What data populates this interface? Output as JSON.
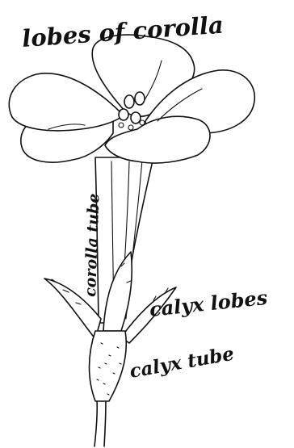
{
  "labels": {
    "lobes_of_corolla": "lobes of corolla",
    "corolla_tube": "corolla tube",
    "calyx_lobes": "calyx lobes",
    "calyx_tube": "calyx tube"
  },
  "colors": {
    "ink": "#111111",
    "paper": "#ffffff"
  }
}
